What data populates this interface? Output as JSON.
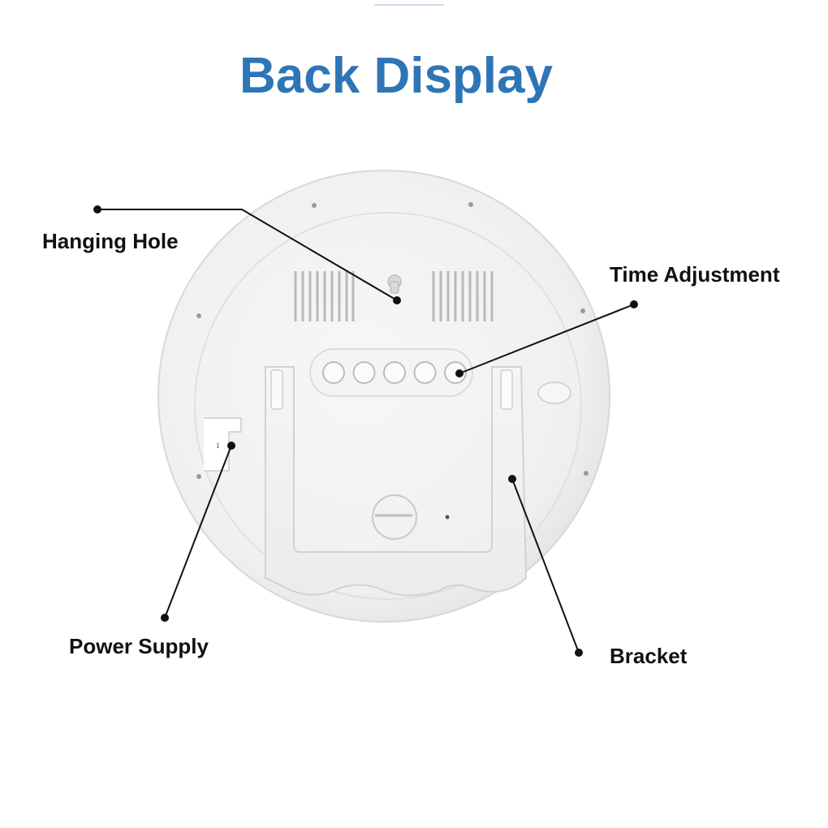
{
  "title": "Back Display",
  "colors": {
    "title": "#2e75b6",
    "label": "#111111",
    "clock_body": "#f2f2f2",
    "leader_line": "#111111"
  },
  "callouts": {
    "hanging_hole": "Hanging Hole",
    "time_adjustment": "Time Adjustment",
    "power_supply": "Power Supply",
    "bracket": "Bracket"
  },
  "device": {
    "port_marking": "1",
    "adjustment_button_count": 5
  }
}
